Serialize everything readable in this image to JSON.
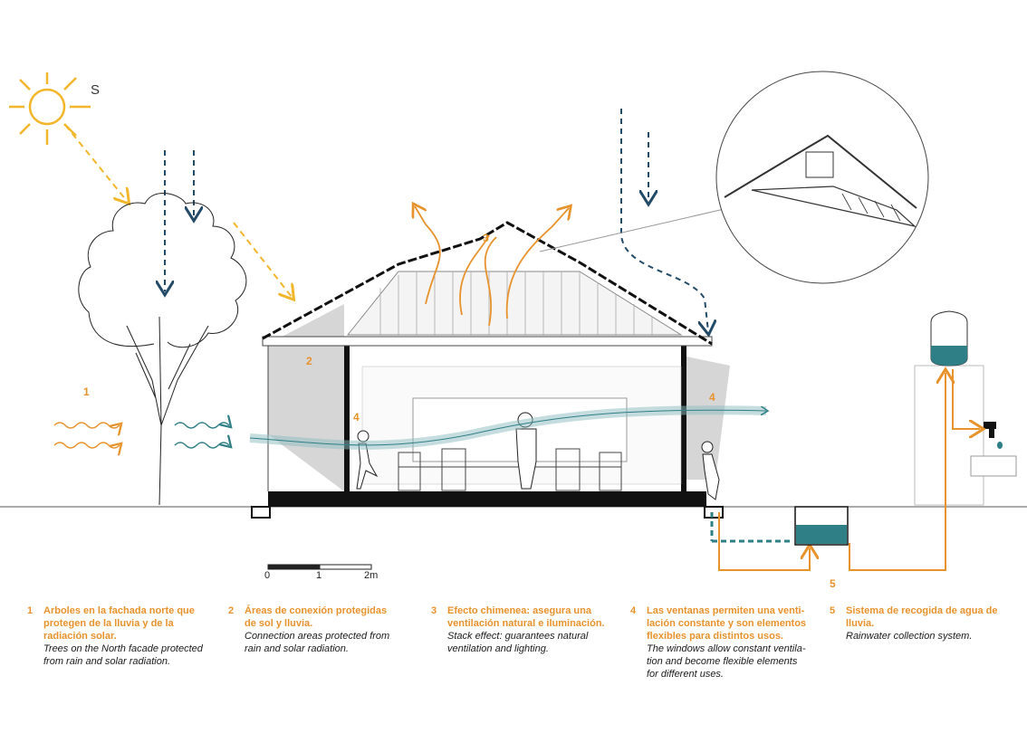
{
  "compass": "S",
  "callouts": {
    "c1": "1",
    "c2": "2",
    "c3": "3",
    "c4a": "4",
    "c4b": "4",
    "c5": "5"
  },
  "scale": {
    "t0": "0",
    "t1": "1",
    "t2": "2m"
  },
  "legend": [
    {
      "num": "1",
      "es": "Arboles en la fachada norte que protegen de la lluvia y de la radiación solar.",
      "en": "Trees on the North facade protected from rain and solar radiation."
    },
    {
      "num": "2",
      "es": "Áreas de conexión protegidas de sol y lluvia.",
      "en": "Connection areas protected from rain and solar radiation."
    },
    {
      "num": "3",
      "es": "Efecto chimenea: asegura una ventilación natural e iluminación.",
      "en": "Stack effect: guarantees natural venti­lation and lighting."
    },
    {
      "num": "4",
      "es": "Las ventanas permiten una venti­lación constante y son elementos flexibles para distintos usos.",
      "en": "The windows allow constant ventila­tion and become flexible elements for different uses."
    },
    {
      "num": "5",
      "es": "Sistema de recogida de agua de lluvia.",
      "en": "Rainwater collection system."
    }
  ],
  "colors": {
    "orange": "#e8922c",
    "sun": "#f2b62a",
    "teal": "#2f7f86",
    "navy": "#234a66",
    "gray": "#c9c9c9",
    "black": "#111111"
  }
}
